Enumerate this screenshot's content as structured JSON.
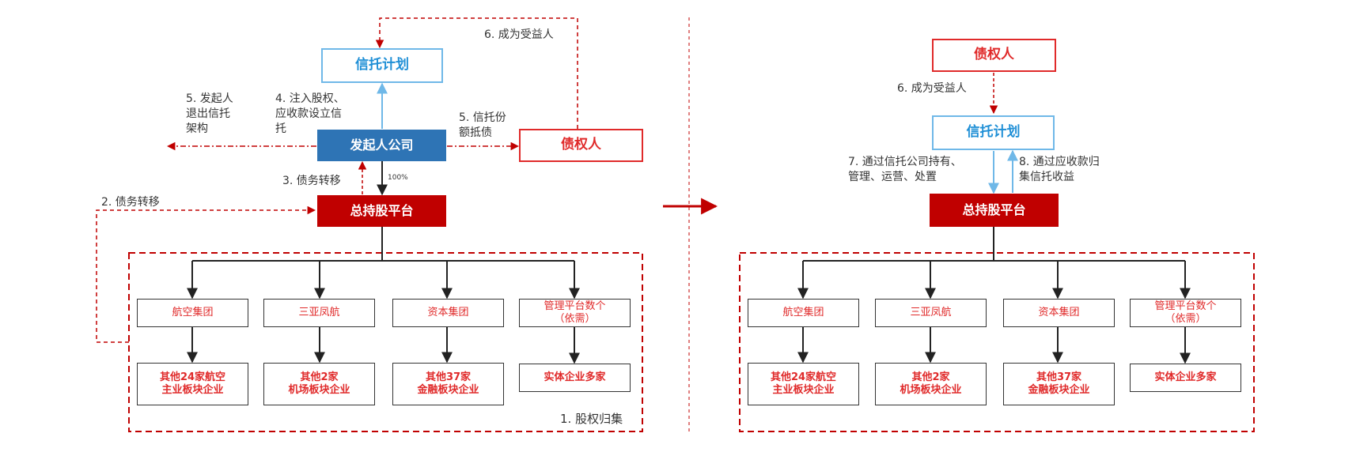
{
  "left": {
    "trust_plan": "信托计划",
    "sponsor": "发起人公司",
    "creditor": "债权人",
    "platform": "总持股平台",
    "edge_labels": {
      "beneficiary": "6. 成为受益人",
      "exit": [
        "5. 发起人",
        "退出信托",
        "架构"
      ],
      "inject": [
        "4. 注入股权、",
        "应收款设立信",
        "托"
      ],
      "offset": [
        "5. 信托份",
        "额抵债"
      ],
      "debt_transfer_3": "3. 债务转移",
      "debt_transfer_2": "2. 债务转移",
      "pct": "100%",
      "consolidate": "1. 股权归集"
    },
    "subsidiaries": [
      {
        "name": "航空集团",
        "entity": [
          "其他24家航空",
          "主业板块企业"
        ]
      },
      {
        "name": "三亚凤航",
        "entity": [
          "其他2家",
          "机场板块企业"
        ]
      },
      {
        "name": "资本集团",
        "entity": [
          "其他37家",
          "金融板块企业"
        ]
      },
      {
        "name": [
          "管理平台数个",
          "（依需）"
        ],
        "entity": [
          "实体企业多家"
        ]
      }
    ]
  },
  "right": {
    "creditor": "债权人",
    "trust_plan": "信托计划",
    "platform": "总持股平台",
    "edge_labels": {
      "beneficiary": "6. 成为受益人",
      "hold": [
        "7. 通过信托公司持有、",
        "管理、运营、处置"
      ],
      "collect": [
        "8. 通过应收款归",
        "集信托收益"
      ]
    },
    "subsidiaries": [
      {
        "name": "航空集团",
        "entity": [
          "其他24家航空",
          "主业板块企业"
        ]
      },
      {
        "name": "三亚凤航",
        "entity": [
          "其他2家",
          "机场板块企业"
        ]
      },
      {
        "name": "资本集团",
        "entity": [
          "其他37家",
          "金融板块企业"
        ]
      },
      {
        "name": [
          "管理平台数个",
          "（依需）"
        ],
        "entity": [
          "实体企业多家"
        ]
      }
    ]
  },
  "colors": {
    "red": "#c00000",
    "blue": "#2e74b5",
    "light_blue": "#6fb8e8",
    "text_red": "#e02a2a"
  }
}
